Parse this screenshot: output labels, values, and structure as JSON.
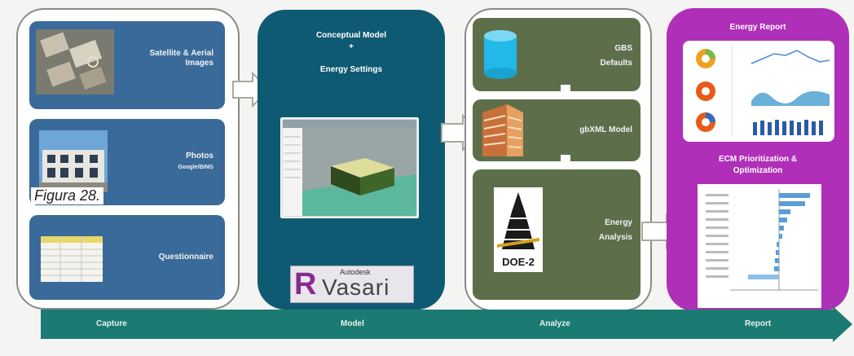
{
  "capture": {
    "satellite_label": "Satellite & Aerial Images",
    "photos_label": "Photos",
    "photos_sub": "Google/BING",
    "questionnaire_label": "Questionnaire"
  },
  "caption": "Figura 28.",
  "model": {
    "title_line1": "Conceptual Model",
    "title_plus": "+",
    "title_line2": "Energy Settings",
    "logo_top": "Autodesk",
    "logo_main": "Vasari",
    "logo_letter": "R"
  },
  "analyze": {
    "gbs_line1": "GBS",
    "gbs_line2": "Defaults",
    "gbxml_label": "gbXML Model",
    "energy_line1": "Energy",
    "energy_line2": "Analysis",
    "doe_label": "DOE-2"
  },
  "report": {
    "title": "Energy Report",
    "ecm_line1": "ECM Prioritization &",
    "ecm_line2": "Optimization"
  },
  "phases": [
    "Capture",
    "Model",
    "Analyze",
    "Report"
  ],
  "colors": {
    "model_teal": "#0f5a73",
    "report_magenta": "#b02fb8",
    "capture_blue": "#3a6a9a",
    "analyze_green": "#5c6f4a",
    "bottom_arrow": "#1b7b72"
  }
}
